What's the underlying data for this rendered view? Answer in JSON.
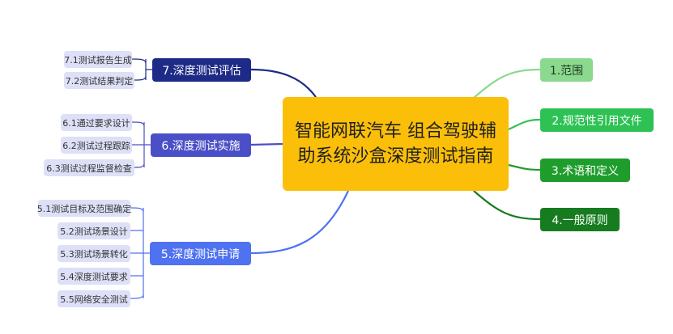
{
  "central_topic": "智能网联汽车 组合驾驶辅助系统沙盒深度测试指南",
  "branches": [
    {
      "label": "1.范围",
      "color": "#8bd98e",
      "text_color": "#1f3d20",
      "children": []
    },
    {
      "label": "2.规范性引用文件",
      "color": "#2ec254",
      "text_color": "#ffffff",
      "children": []
    },
    {
      "label": "3.术语和定义",
      "color": "#1f9d2c",
      "text_color": "#ffffff",
      "children": []
    },
    {
      "label": "4.一般原则",
      "color": "#167c1f",
      "text_color": "#ffffff",
      "children": []
    },
    {
      "label": "5.深度测试申请",
      "color": "#4f72f0",
      "text_color": "#ffffff",
      "children": [
        "5.1测试目标及范围确定",
        "5.2测试场景设计",
        "5.3测试场景转化",
        "5.4深度测试要求",
        "5.5网络安全测试"
      ]
    },
    {
      "label": "6.深度测试实施",
      "color": "#4b4fc7",
      "text_color": "#ffffff",
      "children": [
        "6.1通过要求设计",
        "6.2测试过程跟踪",
        "6.3测试过程监督检查"
      ]
    },
    {
      "label": "7.深度测试评估",
      "color": "#1e2b86",
      "text_color": "#ffffff",
      "children": [
        "7.1测试报告生成",
        "7.2测试结果判定"
      ]
    }
  ],
  "leaf_color": "#dde0f7"
}
